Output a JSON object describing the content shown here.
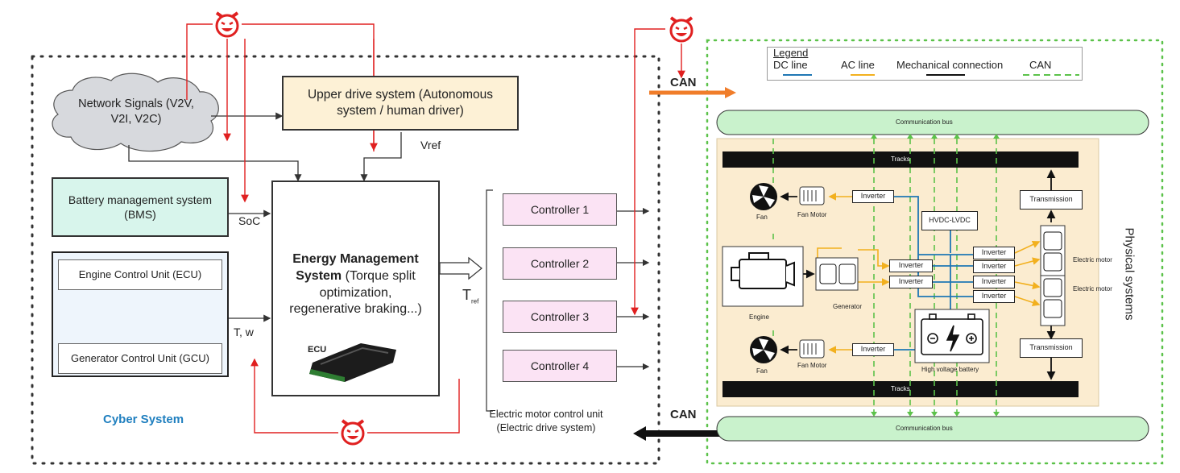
{
  "cyber": {
    "title": "Cyber System",
    "network_signals": [
      "Network Signals (V2V,",
      "V2I, V2C)"
    ],
    "upper_drive": [
      "Upper drive system (Autonomous",
      "system / human driver)"
    ],
    "vref": "Vref",
    "bms": [
      "Battery management system",
      "(BMS)"
    ],
    "soc": "SoC",
    "ecu": "Engine Control Unit (ECU)",
    "gcu": "Generator Control Unit (GCU)",
    "tw": "T, w",
    "ems_bold": [
      "Energy Management",
      "System"
    ],
    "ems_rest": [
      "(Torque split",
      "optimization,",
      "regenerative braking...)"
    ],
    "ecu_chip": "ECU",
    "tref": "T",
    "tref_sub": "ref",
    "controllers": [
      "Controller 1",
      "Controller 2",
      "Controller 3",
      "Controller 4"
    ],
    "emcu": [
      "Electric motor control unit",
      "(Electric drive system)"
    ]
  },
  "links": {
    "can_top": "CAN",
    "can_bottom": "CAN"
  },
  "physical": {
    "title": "Physical systems",
    "legend_title": "Legend",
    "legend_items": [
      "DC line",
      "AC line",
      "Mechanical connection",
      "CAN"
    ],
    "comm_bus": "Communication bus",
    "tracks": "Tracks",
    "fan": "Fan",
    "fan_motor": "Fan Motor",
    "inverter": "Inverter",
    "hvdc": "HVDC-LVDC",
    "transmission": "Transmission",
    "engine": "Engine",
    "generator": "Generator",
    "electric_motor": "Electric motor",
    "battery": "High voltage battery"
  },
  "colors": {
    "dc_line": "#1f77b4",
    "ac_line": "#f2b01e",
    "can_line": "#5cc24a",
    "attack_line": "#e02020",
    "bms_fill": "#d8f5ec",
    "upper_fill": "#fdf1d6",
    "ecu_group_fill": "#eef5fc",
    "controller_fill": "#fbe3f4",
    "physical_fill": "#fbecd0",
    "bus_fill": "#c9f2cc",
    "cyber_title": "#1f7fbf"
  }
}
